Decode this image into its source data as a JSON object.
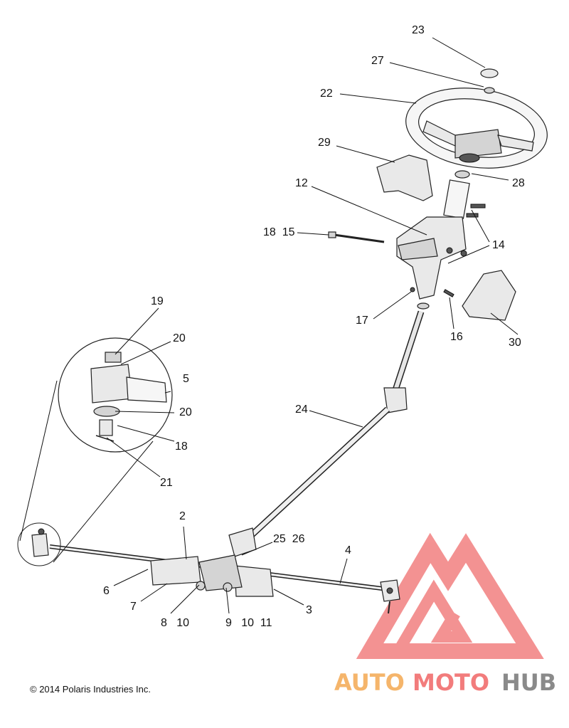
{
  "copyright": "© 2014 Polaris Industries Inc.",
  "callouts": {
    "c23": "23",
    "c27": "27",
    "c22": "22",
    "c29": "29",
    "c28": "28",
    "c12": "12",
    "c18_15": "18  15",
    "c14": "14",
    "c17": "17",
    "c16": "16",
    "c30": "30",
    "c19": "19",
    "c20a": "20",
    "c5": "5",
    "c20b": "20",
    "c18": "18",
    "c21": "21",
    "c24": "24",
    "c2": "2",
    "c25_26": "25  26",
    "c4": "4",
    "c6": "6",
    "c7": "7",
    "c8_10": "8   10",
    "c9_10_11": "9   10  11",
    "c3": "3"
  },
  "watermark": {
    "part1": "AUTO",
    "part2": "MOTO",
    "part3": "HUB",
    "colors": {
      "auto": "#f5b56b",
      "moto": "#f27c7c",
      "hub": "#8a8a8a",
      "triangle": "#f28080"
    }
  }
}
